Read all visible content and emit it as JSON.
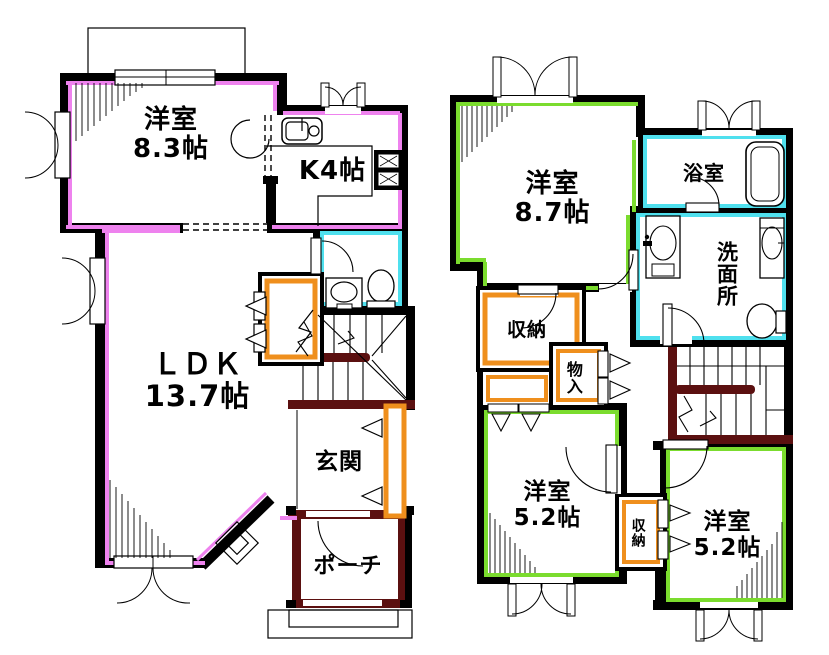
{
  "document_type": "floor-plan",
  "colors": {
    "wall_black": "#000000",
    "wall_maroon": "#5b1010",
    "line_pink": "#ee82ee",
    "line_green": "#7bdc2e",
    "line_cyan": "#4fe0ee",
    "line_orange": "#ef8f1d"
  },
  "floor1": {
    "western_room": {
      "name": "洋室",
      "size": "8.3帖"
    },
    "kitchen": {
      "name": "K4帖"
    },
    "ldk": {
      "name": "ＬＤＫ",
      "size": "13.7帖"
    },
    "entrance": {
      "name": "玄関"
    },
    "porch": {
      "name": "ポーチ"
    }
  },
  "floor2": {
    "western_room_main": {
      "name": "洋室",
      "size": "8.7帖"
    },
    "bathroom": {
      "name": "浴室"
    },
    "washroom": {
      "name": "洗面所"
    },
    "storage_upper": {
      "name": "収納"
    },
    "closet": {
      "name": "物入"
    },
    "western_room_left": {
      "name": "洋室",
      "size": "5.2帖"
    },
    "storage_middle": {
      "name": "収納"
    },
    "western_room_right": {
      "name": "洋室",
      "size": "5.2帖"
    }
  }
}
